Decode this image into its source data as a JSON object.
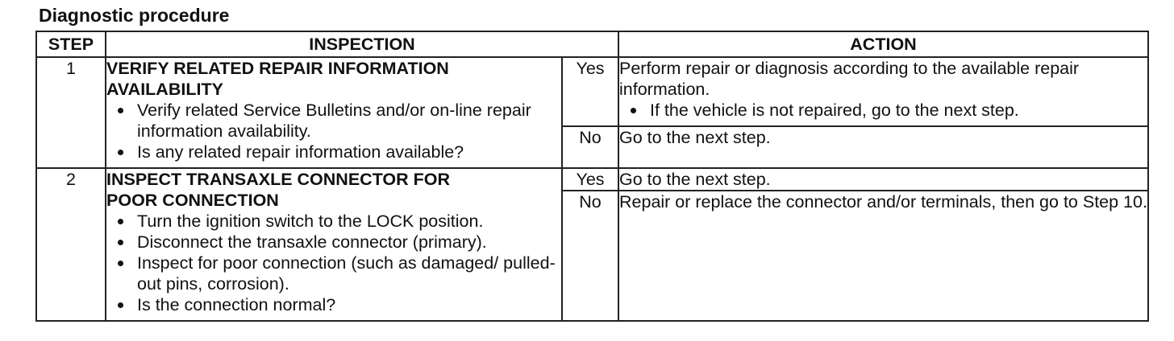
{
  "title": "Diagnostic procedure",
  "headers": {
    "step": "STEP",
    "inspection": "INSPECTION",
    "action": "ACTION"
  },
  "steps": [
    {
      "number": "1",
      "title_line1": "VERIFY RELATED REPAIR INFORMATION",
      "title_line2": "AVAILABILITY",
      "bullets": [
        "Verify related Service Bulletins and/or on-line repair information availability.",
        "Is any related repair information available?"
      ],
      "yes_label": "Yes",
      "yes_action": "Perform repair or diagnosis according to the available repair information.",
      "yes_action_bullet": "If the vehicle is not repaired, go to the next step.",
      "no_label": "No",
      "no_action": "Go to the next step."
    },
    {
      "number": "2",
      "title_line1": "INSPECT TRANSAXLE CONNECTOR FOR",
      "title_line2": "POOR CONNECTION",
      "bullets": [
        "Turn the ignition switch to the LOCK position.",
        "Disconnect the transaxle connector (primary).",
        "Inspect for poor connection (such as damaged/ pulled-out pins, corrosion).",
        "Is the connection normal?"
      ],
      "yes_label": "Yes",
      "yes_action": "Go to the next step.",
      "no_label": "No",
      "no_action": "Repair or replace the connector and/or terminals, then go to Step 10."
    }
  ]
}
